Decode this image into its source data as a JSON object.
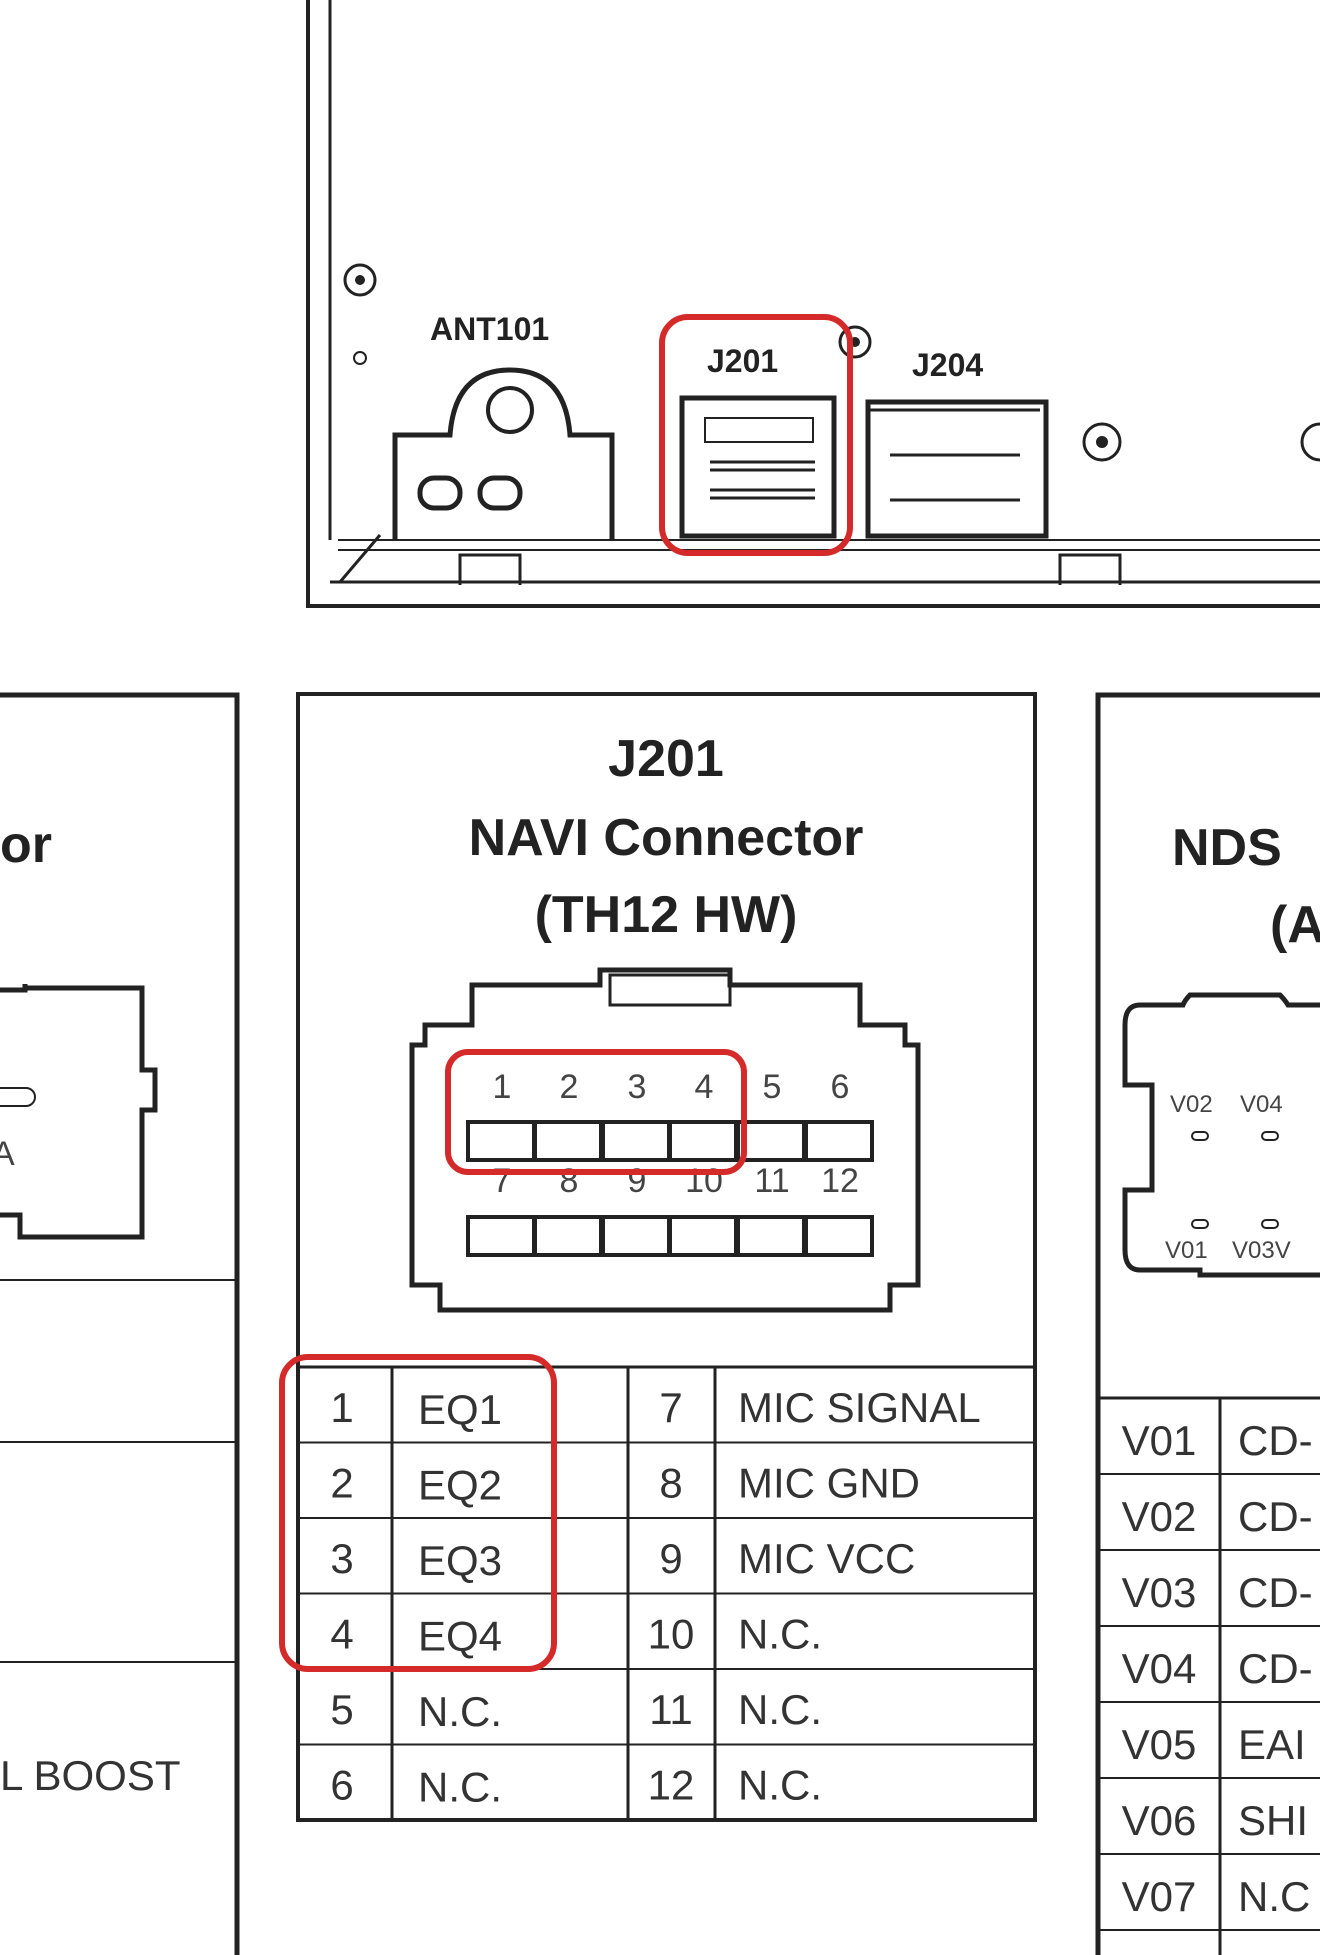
{
  "device": {
    "labels": {
      "ant": "ANT101",
      "j201": "J201",
      "j204": "J204"
    }
  },
  "left_panel": {
    "title_fragment": "or",
    "pin_fragment": "A",
    "row_fragment": "L BOOST"
  },
  "center_panel": {
    "title_line1": "J201",
    "title_line2": "NAVI Connector",
    "title_line3": "(TH12 HW)",
    "pin_numbers_row1": [
      "1",
      "2",
      "3",
      "4",
      "5",
      "6"
    ],
    "pin_numbers_row2": [
      "7",
      "8",
      "9",
      "10",
      "11",
      "12"
    ],
    "pinout": [
      {
        "pin": "1",
        "signal": "EQ1",
        "pin2": "7",
        "signal2": "MIC SIGNAL"
      },
      {
        "pin": "2",
        "signal": "EQ2",
        "pin2": "8",
        "signal2": "MIC GND"
      },
      {
        "pin": "3",
        "signal": "EQ3",
        "pin2": "9",
        "signal2": "MIC VCC"
      },
      {
        "pin": "4",
        "signal": "EQ4",
        "pin2": "10",
        "signal2": "N.C."
      },
      {
        "pin": "5",
        "signal": "N.C.",
        "pin2": "11",
        "signal2": "N.C."
      },
      {
        "pin": "6",
        "signal": "N.C.",
        "pin2": "12",
        "signal2": "N.C."
      }
    ]
  },
  "right_panel": {
    "title_line1": "NDS",
    "title_line2": "(A",
    "connector_pins_top": [
      "V02",
      "V04"
    ],
    "connector_pins_bottom": [
      "V01",
      "V03V"
    ],
    "rows": [
      {
        "pin": "V01",
        "signal": "CD-"
      },
      {
        "pin": "V02",
        "signal": "CD-"
      },
      {
        "pin": "V03",
        "signal": "CD-"
      },
      {
        "pin": "V04",
        "signal": "CD-"
      },
      {
        "pin": "V05",
        "signal": "EAI"
      },
      {
        "pin": "V06",
        "signal": "SHI"
      },
      {
        "pin": "V07",
        "signal": "N.C"
      }
    ]
  },
  "colors": {
    "highlight": "#d42a2a",
    "line": "#222222"
  }
}
